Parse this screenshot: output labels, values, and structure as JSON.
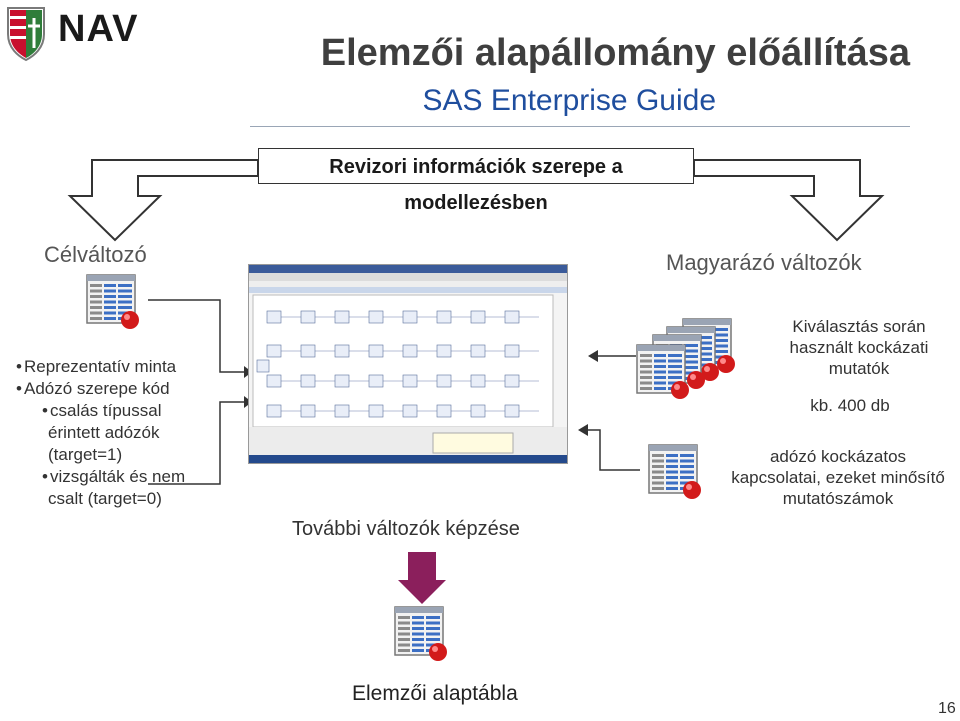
{
  "logo": {
    "text": "NAV",
    "icon": "nav-crest-icon"
  },
  "header": {
    "title": "Elemzői alapállomány előállítása",
    "subtitle": "SAS Enterprise Guide"
  },
  "center_box": "Revizori információk szerepe a modellezésben",
  "left": {
    "heading": "Célváltozó",
    "bullets": [
      "Reprezentatív minta",
      "Adózó szerepe kód"
    ],
    "sub_bullets": [
      {
        "line1": "csalás típussal",
        "line2": "érintett adózók",
        "line3": "(target=1)"
      },
      {
        "line1": "vizsgálták és nem",
        "line2": "csalt (target=0)"
      }
    ]
  },
  "right": {
    "heading": "Magyarázó változók",
    "text1": "Kiválasztás során használt kockázati mutatók",
    "text2": "kb. 400 db",
    "text3": "adózó kockázatos kapcsolatai, ezeket minősítő mutatószámok"
  },
  "middle": {
    "caption": "További változók képzése"
  },
  "bottom": {
    "caption": "Elemzői alaptábla"
  },
  "page_number": "16",
  "colors": {
    "title_blue": "#1f4e9e",
    "arrow_fill": "#8b1f5c",
    "table_icon_red": "#d21a1a"
  }
}
